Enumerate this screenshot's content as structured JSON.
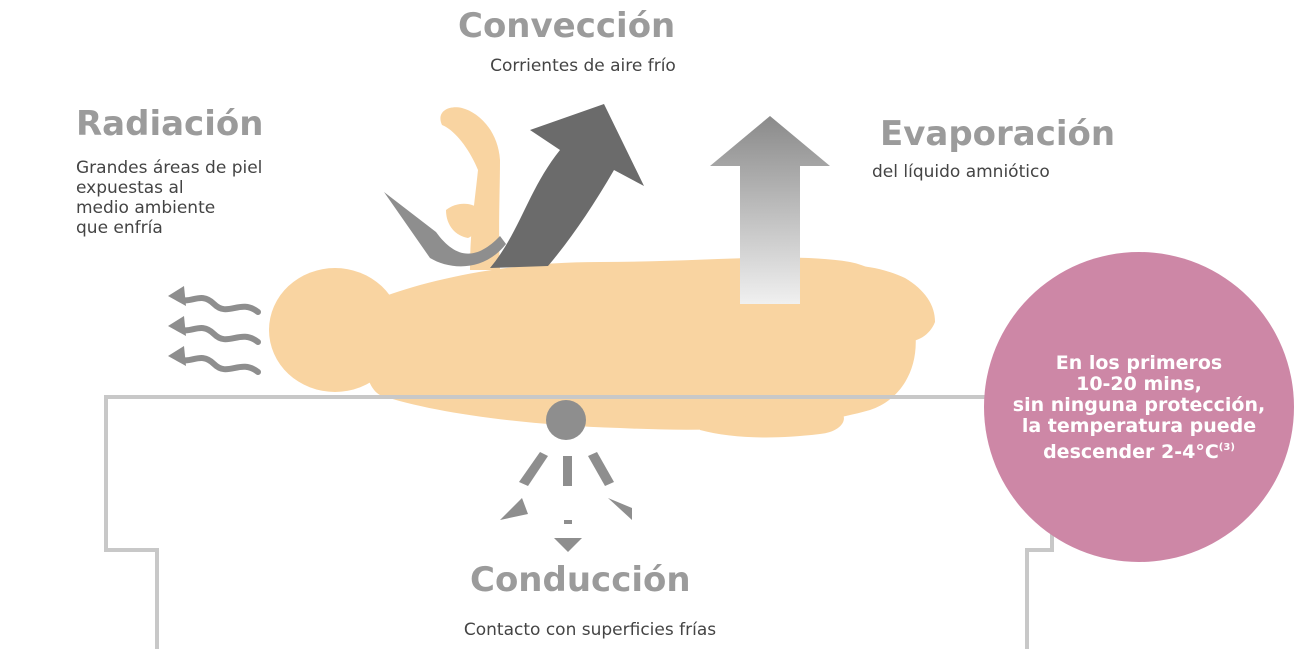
{
  "radiation": {
    "title": "Radiación",
    "lines": [
      "Grandes áreas de piel",
      "expuestas al",
      "medio ambiente",
      "que enfría"
    ]
  },
  "convection": {
    "title": "Convección",
    "desc": "Corrientes de aire frío"
  },
  "evaporation": {
    "title": "Evaporación",
    "desc": "del líquido amniótico"
  },
  "conduction": {
    "title": "Conducción",
    "desc": "Contacto con superficies frías"
  },
  "note": {
    "lines": [
      "En los primeros",
      "10-20 mins,",
      "sin ninguna protección,",
      "la temperatura puede",
      "descender 2-4°C"
    ],
    "superscript": "(3)"
  },
  "colors": {
    "baby_skin": "#f9d4a1",
    "arrow_dark": "#6b6b6b",
    "arrow_mid": "#8e8e8e",
    "table_line": "#c8c8c8",
    "heading_gray": "#9b9b9b",
    "note_circle": "#cd87a6"
  }
}
